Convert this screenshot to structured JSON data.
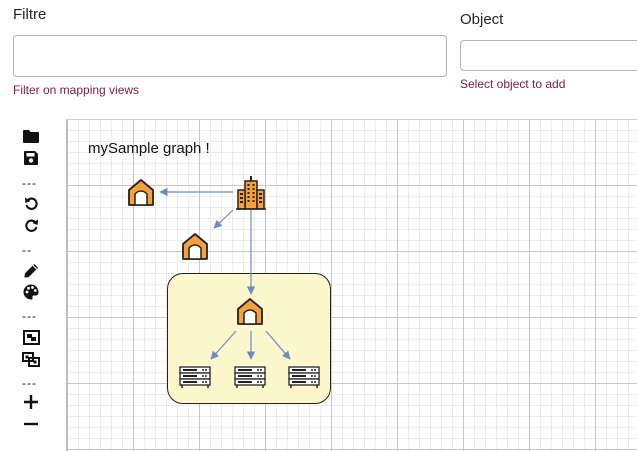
{
  "filter": {
    "label": "Filtre",
    "value": "",
    "hint": "Filter on mapping views"
  },
  "object": {
    "label": "Object",
    "value": "",
    "hint": "Select object to add"
  },
  "toolbar": {
    "items": [
      {
        "icon": "folder-icon"
      },
      {
        "icon": "save-icon"
      },
      {
        "separator": "---"
      },
      {
        "icon": "undo-icon"
      },
      {
        "icon": "redo-icon"
      },
      {
        "separator": "--"
      },
      {
        "icon": "pencil-icon"
      },
      {
        "icon": "palette-icon"
      },
      {
        "separator": "---"
      },
      {
        "icon": "group-icon"
      },
      {
        "icon": "ungroup-icon"
      },
      {
        "separator": "---"
      },
      {
        "icon": "zoom-in-icon"
      },
      {
        "icon": "zoom-out-icon"
      }
    ],
    "sep1": "---",
    "sep2": "--",
    "sep3": "---",
    "sep4": "---"
  },
  "graph": {
    "title": "mySample graph !",
    "colors": {
      "edge": "#6b8cc4",
      "group_fill": "#fcf7cd",
      "node_orange": "#f7a13a",
      "grid_major": "#c8c8c8",
      "grid_minor": "#ececec"
    },
    "nodes": [
      {
        "id": "building",
        "icon": "building-icon"
      },
      {
        "id": "site-1",
        "icon": "house-icon"
      },
      {
        "id": "site-2",
        "icon": "house-icon"
      },
      {
        "id": "site-3",
        "icon": "house-icon"
      },
      {
        "id": "server-1",
        "icon": "server-icon"
      },
      {
        "id": "server-2",
        "icon": "server-icon"
      },
      {
        "id": "server-3",
        "icon": "server-icon"
      }
    ],
    "edges": [
      {
        "from": "building",
        "to": "site-1"
      },
      {
        "from": "building",
        "to": "site-2"
      },
      {
        "from": "building",
        "to": "site-3"
      },
      {
        "from": "site-3",
        "to": "server-1"
      },
      {
        "from": "site-3",
        "to": "server-2"
      },
      {
        "from": "site-3",
        "to": "server-3"
      }
    ]
  }
}
